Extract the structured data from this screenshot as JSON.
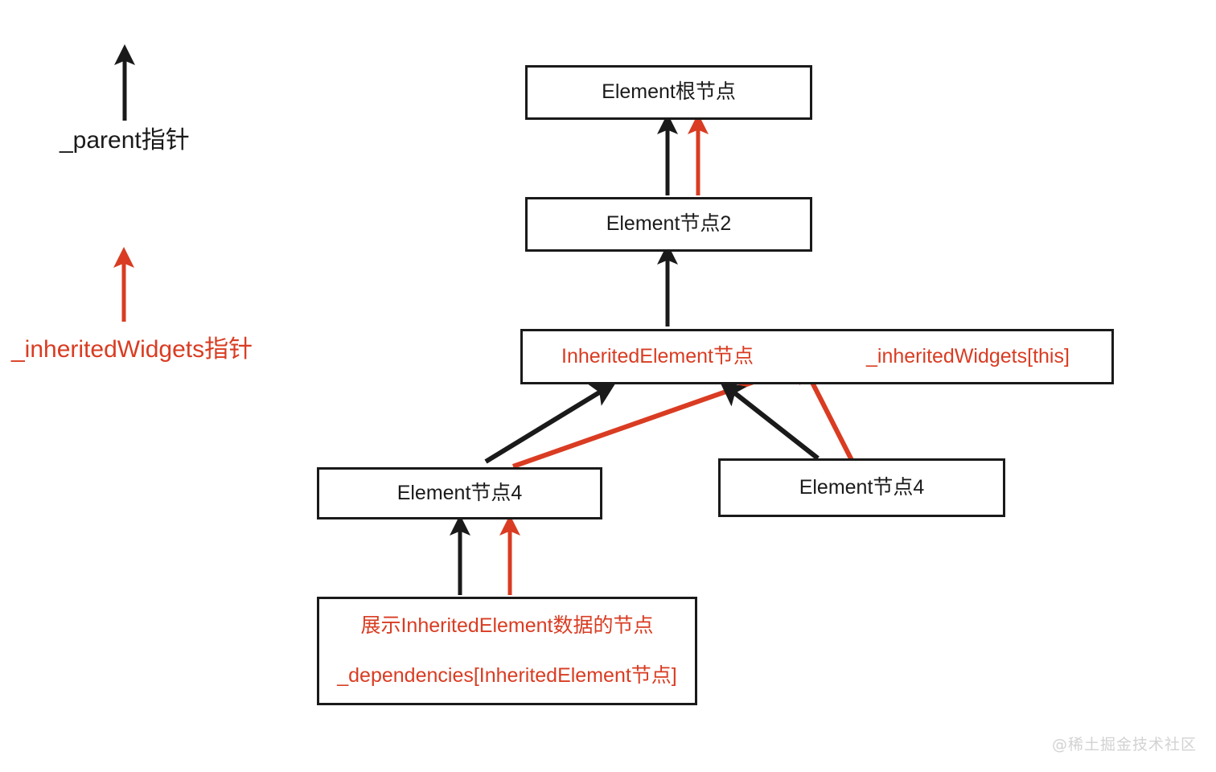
{
  "diagram": {
    "title_watermark": "@稀土掘金技术社区",
    "colors": {
      "black": "#1a1a1a",
      "red": "#d93c22",
      "background": "#ffffff"
    },
    "legend": [
      {
        "id": "parent-pointer",
        "label": "_parent指针",
        "color": "#1a1a1a",
        "arrow": "up-arrow-black"
      },
      {
        "id": "inherited-widgets-pointer",
        "label": "_inheritedWidgets指针",
        "color": "#d93c22",
        "arrow": "up-arrow-red"
      }
    ],
    "nodes": [
      {
        "id": "element-root",
        "label": "Element根节点",
        "color": "#1a1a1a"
      },
      {
        "id": "element-2",
        "label": "Element节点2",
        "color": "#1a1a1a"
      },
      {
        "id": "inherited-element",
        "label": "InheritedElement节点",
        "color": "#d93c22"
      },
      {
        "id": "inherited-widgets-this",
        "label": "_inheritedWidgets[this]",
        "color": "#d93c22"
      },
      {
        "id": "element-4-left",
        "label": "Element节点4",
        "color": "#1a1a1a"
      },
      {
        "id": "element-4-right",
        "label": "Element节点4",
        "color": "#1a1a1a"
      },
      {
        "id": "dependency-node",
        "label_line1": "展示InheritedElement数据的节点",
        "label_line2": "_dependencies[InheritedElement节点]",
        "color": "#d93c22"
      }
    ],
    "edges": [
      {
        "id": "edge-element2-to-root-parent",
        "from": "element-2",
        "to": "element-root",
        "color": "#1a1a1a",
        "kind": "_parent"
      },
      {
        "id": "edge-element2-to-root-inherited",
        "from": "element-2",
        "to": "element-root",
        "color": "#d93c22",
        "kind": "_inheritedWidgets"
      },
      {
        "id": "edge-inherited-to-element2-parent",
        "from": "inherited-element",
        "to": "element-2",
        "color": "#1a1a1a",
        "kind": "_parent"
      },
      {
        "id": "edge-left4-to-inherited-parent",
        "from": "element-4-left",
        "to": "inherited-element",
        "color": "#1a1a1a",
        "kind": "_parent"
      },
      {
        "id": "edge-left4-to-inherited-inheritedwidgets",
        "from": "element-4-left",
        "to": "inherited-element",
        "color": "#d93c22",
        "kind": "_inheritedWidgets"
      },
      {
        "id": "edge-right4-to-inherited-parent",
        "from": "element-4-right",
        "to": "inherited-element",
        "color": "#1a1a1a",
        "kind": "_parent"
      },
      {
        "id": "edge-right4-to-inherited-inheritedwidgets",
        "from": "element-4-right",
        "to": "inherited-element",
        "color": "#d93c22",
        "kind": "_inheritedWidgets"
      },
      {
        "id": "edge-dependency-to-left4-parent",
        "from": "dependency-node",
        "to": "element-4-left",
        "color": "#1a1a1a",
        "kind": "_parent"
      },
      {
        "id": "edge-dependency-to-left4-inheritedwidgets",
        "from": "dependency-node",
        "to": "element-4-left",
        "color": "#d93c22",
        "kind": "_inheritedWidgets"
      },
      {
        "id": "edge-inherited-to-widgets-map",
        "from": "inherited-element",
        "to": "inherited-widgets-this",
        "color": "#d93c22",
        "kind": "reference"
      }
    ]
  }
}
